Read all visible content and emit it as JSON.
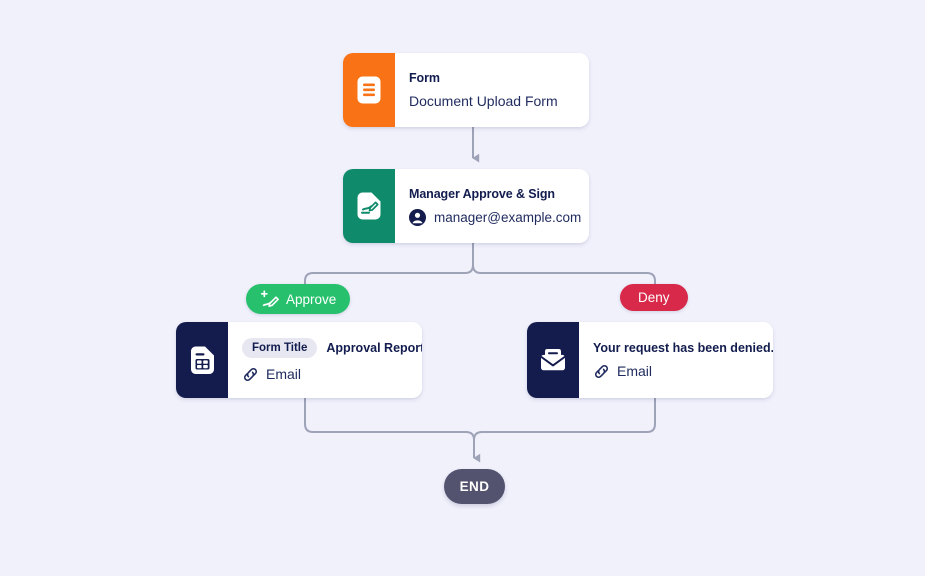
{
  "canvas": {
    "background": "#f1f1fc",
    "edge_color": "#9fa3b8"
  },
  "nodes": [
    {
      "id": "form",
      "icon": "document-form-icon",
      "icon_bg": "#f97316",
      "title": "Form",
      "subtitle": "Document Upload Form"
    },
    {
      "id": "approve-sign",
      "icon": "signature-document-icon",
      "icon_bg": "#0f8a6a",
      "title": "Manager Approve & Sign",
      "assignee_icon": "user-circle-icon",
      "assignee": "manager@example.com"
    },
    {
      "id": "email-approve",
      "icon": "form-report-icon",
      "icon_bg": "#141b4d",
      "chip_label": "Form Title",
      "chip_value": "Approval Report",
      "channel_icon": "link-icon",
      "channel": "Email"
    },
    {
      "id": "email-deny",
      "icon": "envelope-icon",
      "icon_bg": "#141b4d",
      "title": "Your request has been denied.",
      "channel_icon": "link-icon",
      "channel": "Email"
    }
  ],
  "badges": [
    {
      "id": "approve",
      "label": "Approve",
      "icon": "pen-signature-plus-icon",
      "color": "#27c16d"
    },
    {
      "id": "deny",
      "label": "Deny",
      "color": "#d8294b"
    }
  ],
  "end_node": {
    "label": "END",
    "color": "#535370"
  }
}
